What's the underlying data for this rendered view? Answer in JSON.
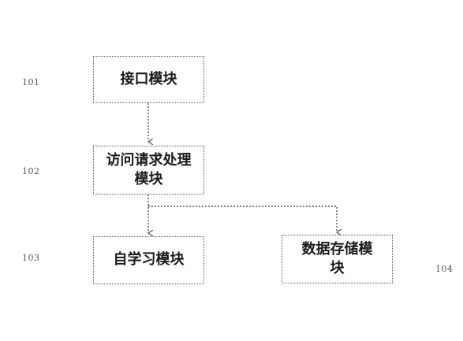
{
  "nodes": {
    "interface": {
      "label": "接口模块",
      "ref": "101"
    },
    "access_request": {
      "label": "访问请求处理模块",
      "ref": "102"
    },
    "self_learning": {
      "label": "自学习模块",
      "ref": "103"
    },
    "data_storage": {
      "label": "数据存储模块",
      "ref": "104"
    }
  },
  "edges": [
    {
      "from": "interface",
      "to": "access_request"
    },
    {
      "from": "access_request",
      "to": "self_learning"
    },
    {
      "from": "access_request",
      "to": "data_storage"
    }
  ],
  "colors": {
    "border": "#555555",
    "text": "#1a1a1a"
  }
}
